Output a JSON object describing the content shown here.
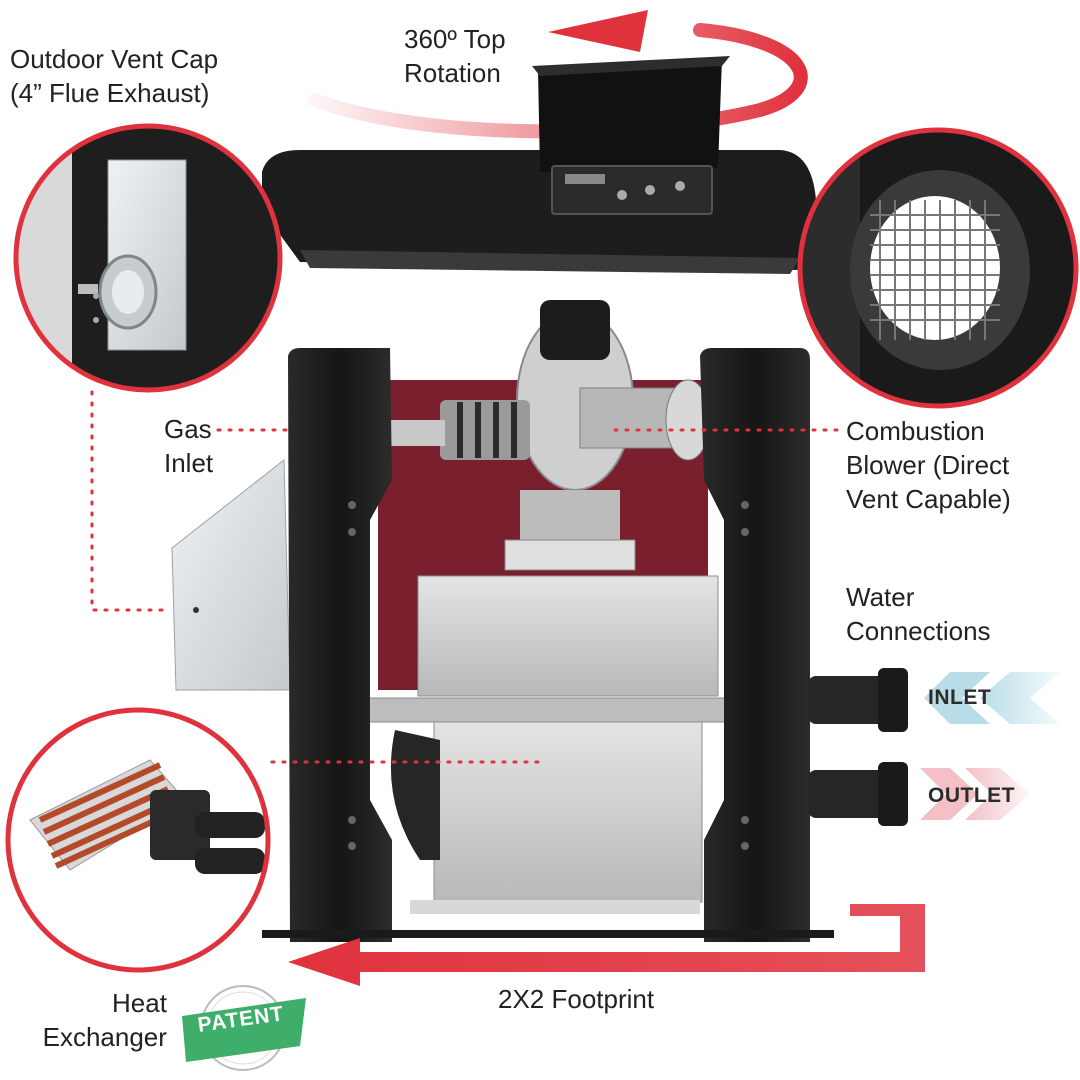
{
  "labels": {
    "vent_cap": [
      "Outdoor Vent Cap",
      "(4” Flue Exhaust)"
    ],
    "top_rotation": [
      "360º Top",
      "Rotation"
    ],
    "gas_inlet": [
      "Gas",
      "Inlet"
    ],
    "combustion_blower": [
      "Combustion",
      "Blower (Direct",
      "Vent Capable)"
    ],
    "water_connections": [
      "Water",
      "Connections"
    ],
    "heat_exchanger": [
      "Heat",
      "Exchanger"
    ],
    "footprint": "2X2 Footprint"
  },
  "tags": {
    "inlet": "INLET",
    "outlet": "OUTLET"
  },
  "seal": {
    "word": "PATENT"
  },
  "colors": {
    "accent_red": "#e0323d",
    "cabinet_black": "#1e1e1e",
    "interior_red": "#7a1f2e",
    "steel": "#c9c9c9",
    "badge_green": "#3fae6a",
    "inlet_chevron": "#b9dde8",
    "outlet_chevron": "#f2c0c5"
  }
}
